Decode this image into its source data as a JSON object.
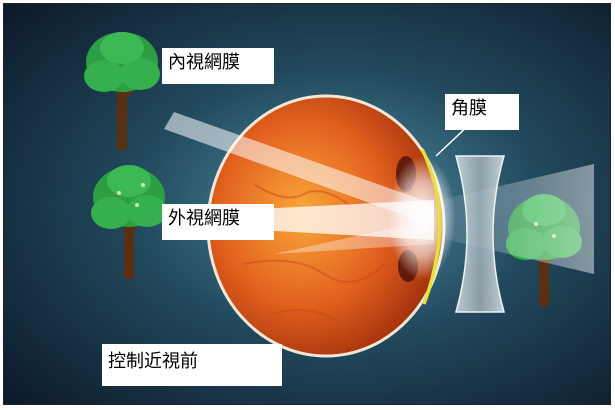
{
  "labels": {
    "inner_retina": "內視網膜",
    "cornea": "角膜",
    "outer_retina": "外視網膜",
    "control_myopia": "控制近視前"
  },
  "icons": {
    "left_tree_top": "tree-icon",
    "left_tree_middle": "tree-icon",
    "right_tree": "tree-icon",
    "eyeball": "eyeball-illustration",
    "lens": "concave-lens"
  },
  "colors": {
    "background_center": "#3b6f86",
    "background_edge": "#0d1b2b",
    "eyeball": "#e2601e",
    "eyeball_highlight": "#f7a23c",
    "cornea_arc": "#e7df3a",
    "tree_leaves": "#2eaa4a",
    "tree_trunk": "#5a2f12"
  }
}
